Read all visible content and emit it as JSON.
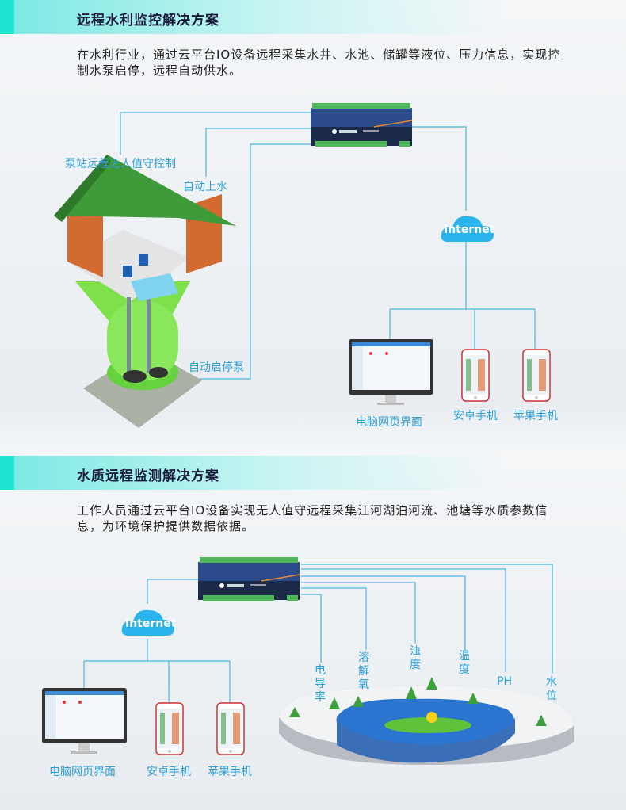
{
  "section1": {
    "title": "远程水利监控解决方案",
    "description": "在水利行业，通过云平台IO设备远程采集水井、水池、储罐等液位、压力信息，实现控制水泵启停，远程自动供水。",
    "labels": {
      "pump_station": "泵站远程无人值守控制",
      "auto_fill": "自动上水",
      "auto_pump": "自动启停泵"
    },
    "cloud": "Internet",
    "clients": {
      "pc": "电脑网页界面",
      "android": "安卓手机",
      "iphone": "苹果手机"
    }
  },
  "section2": {
    "title": "水质远程监测解决方案",
    "description": "工作人员通过云平台IO设备实现无人值守远程采集江河湖泊河流、池塘等水质参数信息，为环境保护提供数据依据。",
    "cloud": "Internet",
    "clients": {
      "pc": "电脑网页界面",
      "android": "安卓手机",
      "iphone": "苹果手机"
    },
    "sensors": {
      "conductivity": "电导率",
      "dissolved_oxygen": "溶解氧",
      "turbidity": "浊度",
      "temperature": "温度",
      "ph": "PH",
      "water_level": "水位"
    }
  },
  "colors": {
    "accent": "#1de3d0",
    "line": "#4bb3e6",
    "label": "#2a9fd8",
    "title": "#1a1a3a"
  }
}
